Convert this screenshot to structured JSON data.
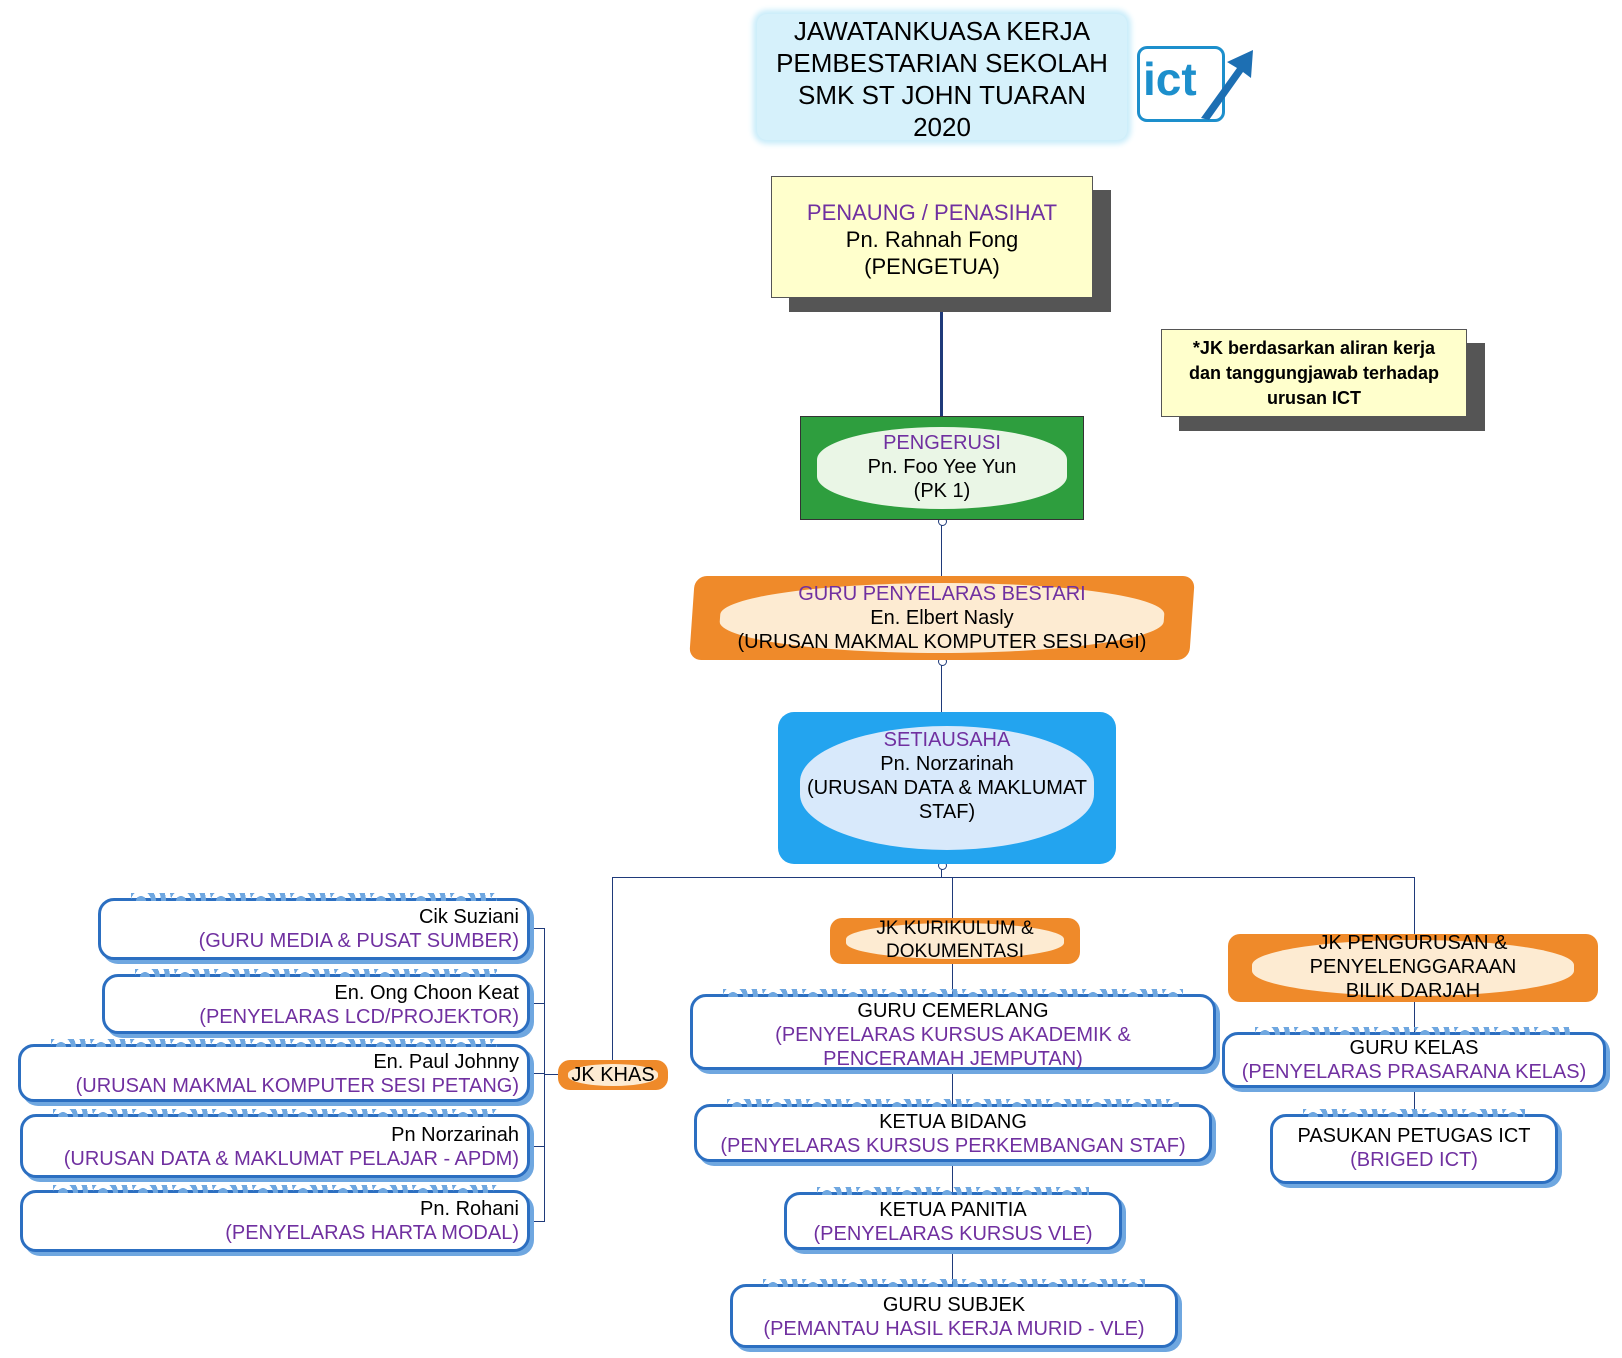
{
  "title": {
    "lines": [
      "JAWATANKUASA KERJA",
      "PEMBESTARIAN SEKOLAH",
      "SMK ST JOHN TUARAN",
      "2020"
    ],
    "logo_text": "ict"
  },
  "penaung": {
    "role": "PENAUNG / PENASIHAT",
    "name": "Pn. Rahnah Fong",
    "desc": "(PENGETUA)"
  },
  "note": {
    "lines": [
      "*JK berdasarkan aliran kerja",
      "dan tanggungjawab terhadap",
      "urusan ICT"
    ]
  },
  "pengerusi": {
    "role": "PENGERUSI",
    "name": "Pn. Foo Yee Yun",
    "desc": "(PK 1)"
  },
  "guru_penyelaras": {
    "role": "GURU PENYELARAS BESTARI",
    "name": "En. Elbert Nasly",
    "desc": "(URUSAN MAKMAL KOMPUTER SESI PAGI)"
  },
  "setiausaha": {
    "role": "SETIAUSAHA",
    "name": "Pn. Norzarinah",
    "desc1": "(URUSAN DATA & MAKLUMAT",
    "desc2": "STAF)"
  },
  "jk_khas": {
    "label": "JK KHAS",
    "members": [
      {
        "name": "Cik Suziani",
        "desc": "(GURU MEDIA & PUSAT SUMBER)"
      },
      {
        "name": "En. Ong Choon Keat",
        "desc": "(PENYELARAS LCD/PROJEKTOR)"
      },
      {
        "name": "En. Paul Johnny",
        "desc": "(URUSAN MAKMAL KOMPUTER SESI PETANG)"
      },
      {
        "name": "Pn Norzarinah",
        "desc": "(URUSAN DATA & MAKLUMAT PELAJAR - APDM)"
      },
      {
        "name": "Pn. Rohani",
        "desc": "(PENYELARAS HARTA MODAL)"
      }
    ]
  },
  "jk_kurikulum": {
    "label1": "JK KURIKULUM &",
    "label2": "DOKUMENTASI",
    "members": [
      {
        "name": "GURU CEMERLANG",
        "desc1": "(PENYELARAS KURSUS AKADEMIK &",
        "desc2": "PENCERAMAH JEMPUTAN)"
      },
      {
        "name": "KETUA BIDANG",
        "desc1": "(PENYELARAS KURSUS PERKEMBANGAN STAF)"
      },
      {
        "name": "KETUA PANITIA",
        "desc1": "(PENYELARAS KURSUS VLE)"
      },
      {
        "name": "GURU SUBJEK",
        "desc1": "(PEMANTAU HASIL KERJA MURID - VLE)"
      }
    ]
  },
  "jk_pengurusan": {
    "label1": "JK PENGURUSAN &",
    "label2": "PENYELENGGARAAN",
    "label3": "BILIK DARJAH",
    "members": [
      {
        "name": "GURU KELAS",
        "desc": "(PENYELARAS PRASARANA KELAS)"
      },
      {
        "name": "PASUKAN PETUGAS ICT",
        "desc": "(BRIGED ICT)"
      }
    ]
  },
  "colors": {
    "purple": "#7030a0",
    "line": "#1f3a7a",
    "green": "#2e9e3e",
    "orange": "#ef8a2a",
    "blue": "#23a4ef"
  }
}
